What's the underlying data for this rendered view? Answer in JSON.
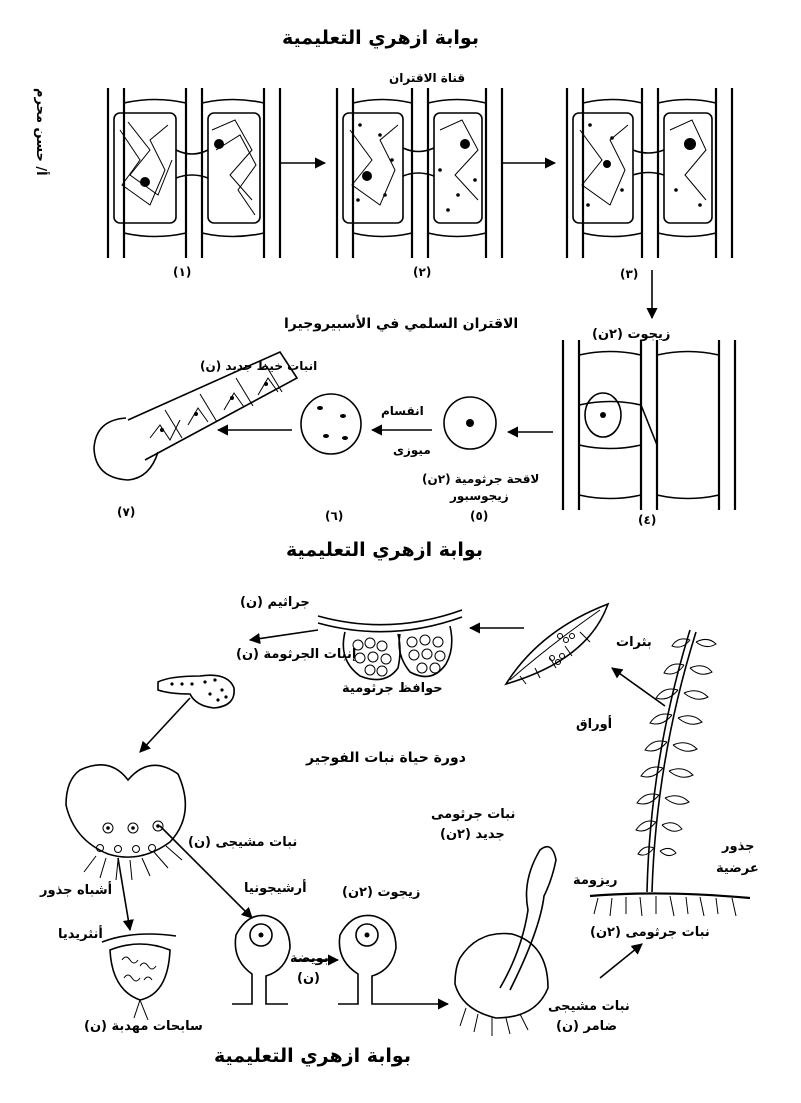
{
  "banners": {
    "top": "بوابة ازهري التعليمية",
    "middle": "بوابة ازهري التعليمية",
    "bottom": "بوابة ازهري التعليمية"
  },
  "author": "أ/ حسن محرم",
  "spirogyra": {
    "title": "الاقتران السلمي في الأسبيروجيرا",
    "conjugation_canal": "قناة الاقتران",
    "zygote_2n": "زيجوت (٢ن)",
    "zygospore_line1": "لاقحة جرثومية (٢ن)",
    "zygospore_line2": "زيجوسبور",
    "meiosis_line1": "انقسام",
    "meiosis_line2": "ميوزى",
    "new_filament": "انبات خيط جديد (ن)",
    "step_labels": [
      "(١)",
      "(٢)",
      "(٣)",
      "(٤)",
      "(٥)",
      "(٦)",
      "(٧)"
    ]
  },
  "fern": {
    "title": "دورة حياة نبات الفوجير",
    "spores_n": "جراثيم (ن)",
    "sori": "بثرات",
    "sporangia": "حوافظ جرثومية",
    "spore_germination": "إنبات الجرثومة (ن)",
    "leaves": "أوراق",
    "gametophyte": "نبات مشيجى (ن)",
    "new_sporophyte_line1": "نبات جرثومى",
    "new_sporophyte_line2": "جديد (٢ن)",
    "adventitious_roots_line1": "جذور",
    "adventitious_roots_line2": "عرضية",
    "rhizome": "ريزومة",
    "rhizoids": "أشباه جذور",
    "archegonia": "أرشيجونيا",
    "zygote_2n": "زيجوت (٢ن)",
    "antheridia": "أنثريديا",
    "ovum_line1": "بويضة",
    "ovum_line2": "(ن)",
    "sporophyte_2n": "نبات جرثومى (٢ن)",
    "ciliated_sperms": "سابحات مهدبة (ن)",
    "withered_gametophyte_line1": "نبات مشيجى",
    "withered_gametophyte_line2": "ضامر (ن)"
  }
}
